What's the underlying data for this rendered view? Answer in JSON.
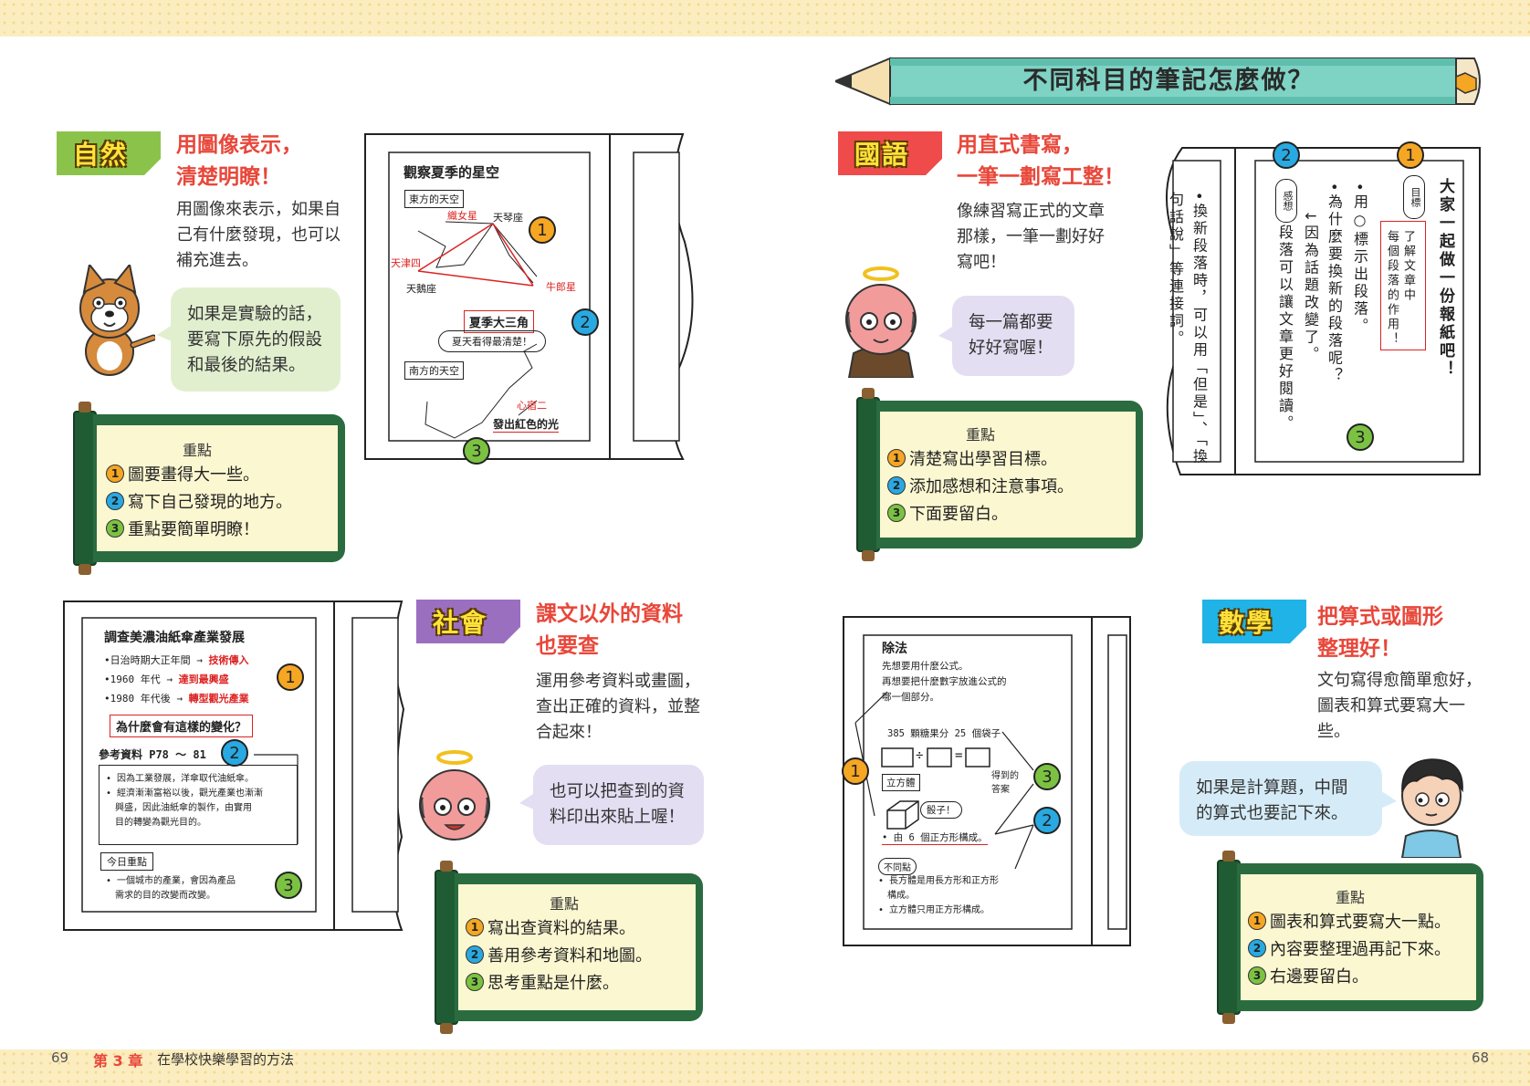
{
  "banner": {
    "title": "不同科目的筆記怎麼做？"
  },
  "science": {
    "tag": "自然",
    "heading": [
      "用圖像表示，",
      "清楚明瞭！"
    ],
    "body": [
      "用圖像來表示，如果自",
      "己有什麼發現，也可以",
      "補充進去。"
    ],
    "bubble": [
      "如果是實驗的話，",
      "要寫下原先的假設",
      "和最後的結果。"
    ],
    "points_title": "重點",
    "points": [
      "圖要畫得大一些。",
      "寫下自己發現的地方。",
      "重點要簡單明瞭！"
    ],
    "note": {
      "title": "觀察夏季的星空",
      "east": "東方的天空",
      "south": "南方的天空",
      "stars": [
        "織女星",
        "天琴座",
        "天津四",
        "天鵝座",
        "牛郎星",
        "心宿二"
      ],
      "box_label": "夏季大三角",
      "sub_label": "夏天看得最清楚！",
      "red_line": "發出紅色的光"
    }
  },
  "chinese": {
    "tag": "國語",
    "heading": [
      "用直式書寫，",
      "一筆一劃寫工整！"
    ],
    "body": [
      "像練習寫正式的文章",
      "那樣，一筆一劃好好",
      "寫吧！"
    ],
    "bubble": [
      "每一篇都要",
      "好好寫喔！"
    ],
    "points_title": "重點",
    "points": [
      "清楚寫出學習目標。",
      "添加感想和注意事項。",
      "下面要留白。"
    ],
    "note": {
      "col1": "大家一起做一份報紙吧！",
      "tag_goal": "目標",
      "goal_box": [
        "了解文章中",
        "每個段落的作用！"
      ],
      "col2": "•用○標示出段落。",
      "col3": "•為什麼要換新的段落呢？",
      "col4": "↓因為話題改變了。",
      "tag_feel": "感想",
      "col5": "段落可以讓文章更好閱讀。",
      "col6": "•換新段落時，可以用「但是」、「換",
      "col7": "句話說」等連接詞。"
    }
  },
  "social": {
    "tag": "社會",
    "heading": [
      "課文以外的資料",
      "也要查"
    ],
    "body": [
      "運用參考資料或畫圖，",
      "查出正確的資料，並整",
      "合起來！"
    ],
    "bubble": [
      "也可以把查到的資",
      "料印出來貼上喔！"
    ],
    "points_title": "重點",
    "points": [
      "寫出查資料的結果。",
      "善用參考資料和地圖。",
      "思考重點是什麼。"
    ],
    "note": {
      "title": "調查美濃油紙傘產業發展",
      "rows": [
        {
          "left": "•日治時期大正年間",
          "right": "技術傳入"
        },
        {
          "left": "•1960 年代",
          "right": "達到最興盛"
        },
        {
          "left": "•1980 年代後",
          "right": "轉型觀光產業"
        }
      ],
      "question": "為什麼會有這樣的變化？",
      "ref": "參考資料 P78 ～ 81",
      "bullets": [
        "• 因為工業發展，洋傘取代油紙傘。",
        "• 經濟漸漸富裕以後，觀光產業也漸漸",
        "興盛，因此油紙傘的製作，由實用",
        "目的轉變為觀光目的。"
      ],
      "today": "今日重點",
      "today_text": [
        "• 一個城市的產業，會因為產品",
        "需求的目的改變而改變。"
      ]
    }
  },
  "math": {
    "tag": "數學",
    "heading": [
      "把算式或圖形",
      "整理好！"
    ],
    "body": [
      "文句寫得愈簡單愈好，",
      "圖表和算式要寫大一",
      "些。"
    ],
    "bubble": [
      "如果是計算題，中間",
      "的算式也要記下來。"
    ],
    "points_title": "重點",
    "points": [
      "圖表和算式要寫大一點。",
      "內容要整理過再記下來。",
      "右邊要留白。"
    ],
    "note": {
      "title": "除法",
      "lines": [
        "先想要用什麼公式。",
        "再想要把什麼數字放進公式的",
        "哪一個部分。"
      ],
      "candy": "385 顆糖果分 25 個袋子",
      "answer": [
        "得到的",
        "答案"
      ],
      "cube_label": "立方體",
      "dice": "骰子！",
      "cube_text": "• 由 6 個正方形構成。",
      "diff": "不同點",
      "diff_lines": [
        "• 長方體是用長方形和正方形",
        "構成。",
        "• 立方體只用正方形構成。"
      ]
    }
  },
  "footer": {
    "left_page": "69",
    "chapter": "第 3 章",
    "chapter_title": "在學校快樂學習的方法",
    "right_page": "68"
  },
  "colors": {
    "science_tag": "#8bc34a",
    "chinese_tag": "#ef4b4b",
    "social_tag": "#9b6fc0",
    "math_tag": "#1fb3e8",
    "heading_red": "#e8473a",
    "bubble_green": "#e1efcf",
    "bubble_purple": "#e3def2",
    "bubble_blue": "#d5ecf8",
    "scroll_green": "#2a6c3f",
    "scroll_paper": "#fbf7d0"
  },
  "icons": [
    "pencil-icon",
    "dog-character-icon",
    "monk-character-icon",
    "boy-character-icon"
  ]
}
